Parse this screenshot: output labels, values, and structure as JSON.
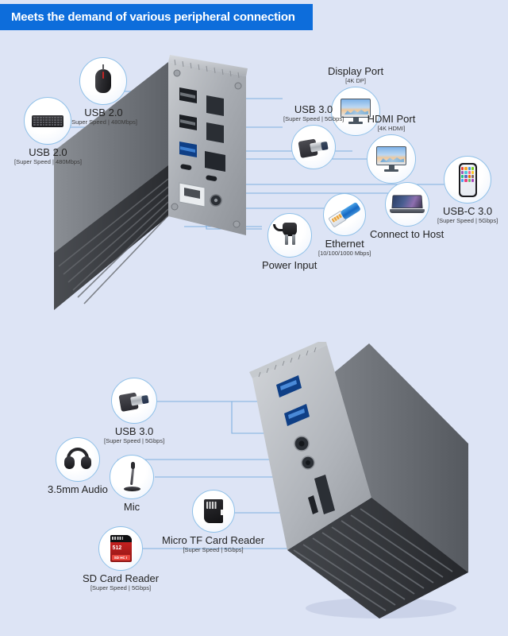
{
  "header": {
    "title": "Meets the demand of various peripheral connection"
  },
  "colors": {
    "banner_bg": "#0d6ddb",
    "page_bg": "#dde4f5",
    "line": "#7fb0e0",
    "badge_border": "#8fc0e8",
    "usb3_blue": "#1565c0"
  },
  "top_section": {
    "callouts": [
      {
        "id": "usb20-mouse",
        "icon": "mouse-icon",
        "title": "USB 2.0",
        "spec": "[Super Speed | 480Mbps]"
      },
      {
        "id": "usb20-kbd",
        "icon": "keyboard-icon",
        "title": "USB 2.0",
        "spec": "[Super Speed | 480Mbps]"
      },
      {
        "id": "displayport",
        "icon": "monitor-icon",
        "title": "Display Port",
        "spec": "[4K DP]"
      },
      {
        "id": "usb30-drive",
        "icon": "usb-drive-icon",
        "title": "USB 3.0",
        "spec": "[Super Speed | 5Gbps]"
      },
      {
        "id": "hdmi",
        "icon": "monitor-icon",
        "title": "HDMI Port",
        "spec": "[4K HDMI]"
      },
      {
        "id": "usbc30",
        "icon": "smartphone-icon",
        "title": "USB-C 3.0",
        "spec": "[Super Speed | 5Gbps]"
      },
      {
        "id": "host",
        "icon": "laptop-icon",
        "title": "Connect to Host",
        "spec": ""
      },
      {
        "id": "ethernet",
        "icon": "rj45-cable-icon",
        "title": "Ethernet",
        "spec": "[10/100/1000 Mbps]"
      },
      {
        "id": "power",
        "icon": "power-plug-icon",
        "title": "Power Input",
        "spec": ""
      }
    ]
  },
  "bottom_section": {
    "callouts": [
      {
        "id": "usb30-front",
        "icon": "usb-drive-icon",
        "title": "USB 3.0",
        "spec": "[Super Speed | 5Gbps]"
      },
      {
        "id": "audio35",
        "icon": "headphones-icon",
        "title": "3.5mm Audio",
        "spec": ""
      },
      {
        "id": "mic",
        "icon": "microphone-icon",
        "title": "Mic",
        "spec": ""
      },
      {
        "id": "microtf",
        "icon": "microsd-card-icon",
        "title": "Micro TF Card Reader",
        "spec": "[Super Speed | 5Gbps]"
      },
      {
        "id": "sdcard",
        "icon": "sd-card-icon",
        "title": "SD Card Reader",
        "spec": "[Super Speed | 5Gbps]"
      }
    ]
  },
  "sd_card_art": {
    "capacity": "512",
    "brand_strip": "SD HC I"
  },
  "devices": [
    {
      "id": "dock-rear-view",
      "name": "docking-station-rear",
      "ports": [
        "USB-A 2.0",
        "USB-A 2.0",
        "USB-A 3.0",
        "DisplayPort",
        "HDMI",
        "USB-C",
        "USB-C host",
        "RJ45 Ethernet",
        "DC power"
      ]
    },
    {
      "id": "dock-front-view",
      "name": "docking-station-front",
      "ports": [
        "USB-A 3.0",
        "USB-A 3.0",
        "Audio out",
        "Mic in",
        "SD slot",
        "TF slot"
      ]
    }
  ]
}
